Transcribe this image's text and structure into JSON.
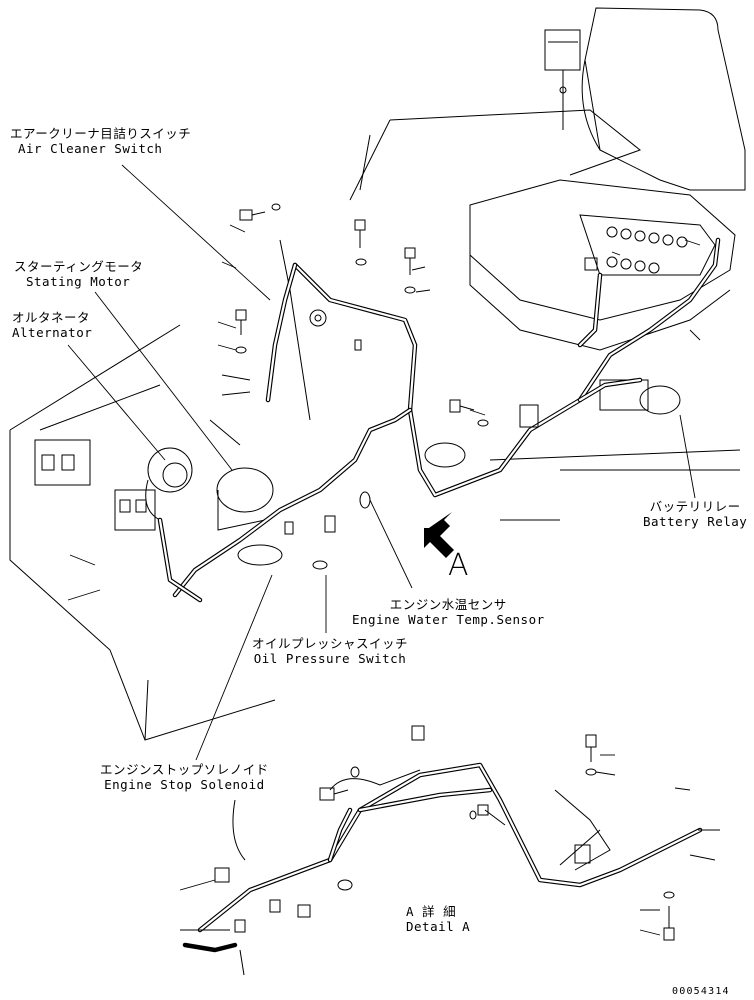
{
  "labels": {
    "air_cleaner": {
      "jp": "エアークリーナ目詰りスイッチ",
      "en": "Air Cleaner Switch"
    },
    "starting_motor": {
      "jp": "スターティングモータ",
      "en": "Stating Motor"
    },
    "alternator": {
      "jp": "オルタネータ",
      "en": "Alternator"
    },
    "battery_relay": {
      "jp": "バッテリリレー",
      "en": "Battery Relay"
    },
    "water_temp": {
      "jp": "エンジン水温センサ",
      "en": "Engine Water Temp.Sensor"
    },
    "oil_pressure": {
      "jp": "オイルプレッシャスイッチ",
      "en": "Oil Pressure Switch"
    },
    "stop_solenoid": {
      "jp": "エンジンストップソレノイド",
      "en": "Engine Stop Solenoid"
    },
    "detail": {
      "jp": "A 詳 細",
      "en": "Detail A"
    }
  },
  "view_marker": "A",
  "drawing_number": "00054314"
}
